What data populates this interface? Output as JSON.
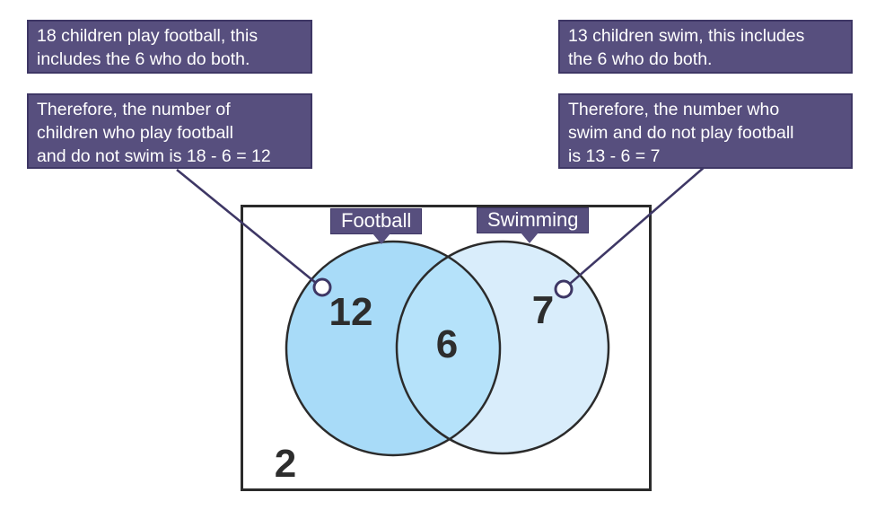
{
  "colors": {
    "page_bg": "#FFFFFF",
    "callout_bg": "#574F7E",
    "callout_border": "#3E3765",
    "callout_text": "#FFFFFF",
    "connector": "#3E3765",
    "frame_stroke": "#2B2B2B",
    "circle_stroke": "#2B2B2B",
    "football_fill": "#A8DBF8",
    "swimming_fill": "#D9EDFB",
    "overlap_fill": "#B5E2FA",
    "number_color": "#2D2D2D"
  },
  "callouts": {
    "football_total": {
      "lines": [
        "18 children play football, this",
        "includes the 6 who do both."
      ]
    },
    "football_calc": {
      "lines": [
        "Therefore, the number of",
        "children who play football",
        "and do not swim is 18 - 6 = 12"
      ]
    },
    "swim_total": {
      "lines": [
        "13 children swim, this includes",
        "the 6 who do both."
      ]
    },
    "swim_calc": {
      "lines": [
        "Therefore, the number who",
        "swim and do not play football",
        "is 13 - 6 = 7"
      ]
    }
  },
  "venn": {
    "left_set_label": "Football",
    "right_set_label": "Swimming",
    "football_only_count": "12",
    "overlap_count": "6",
    "swimming_only_count": "7",
    "outside_count": "2"
  }
}
